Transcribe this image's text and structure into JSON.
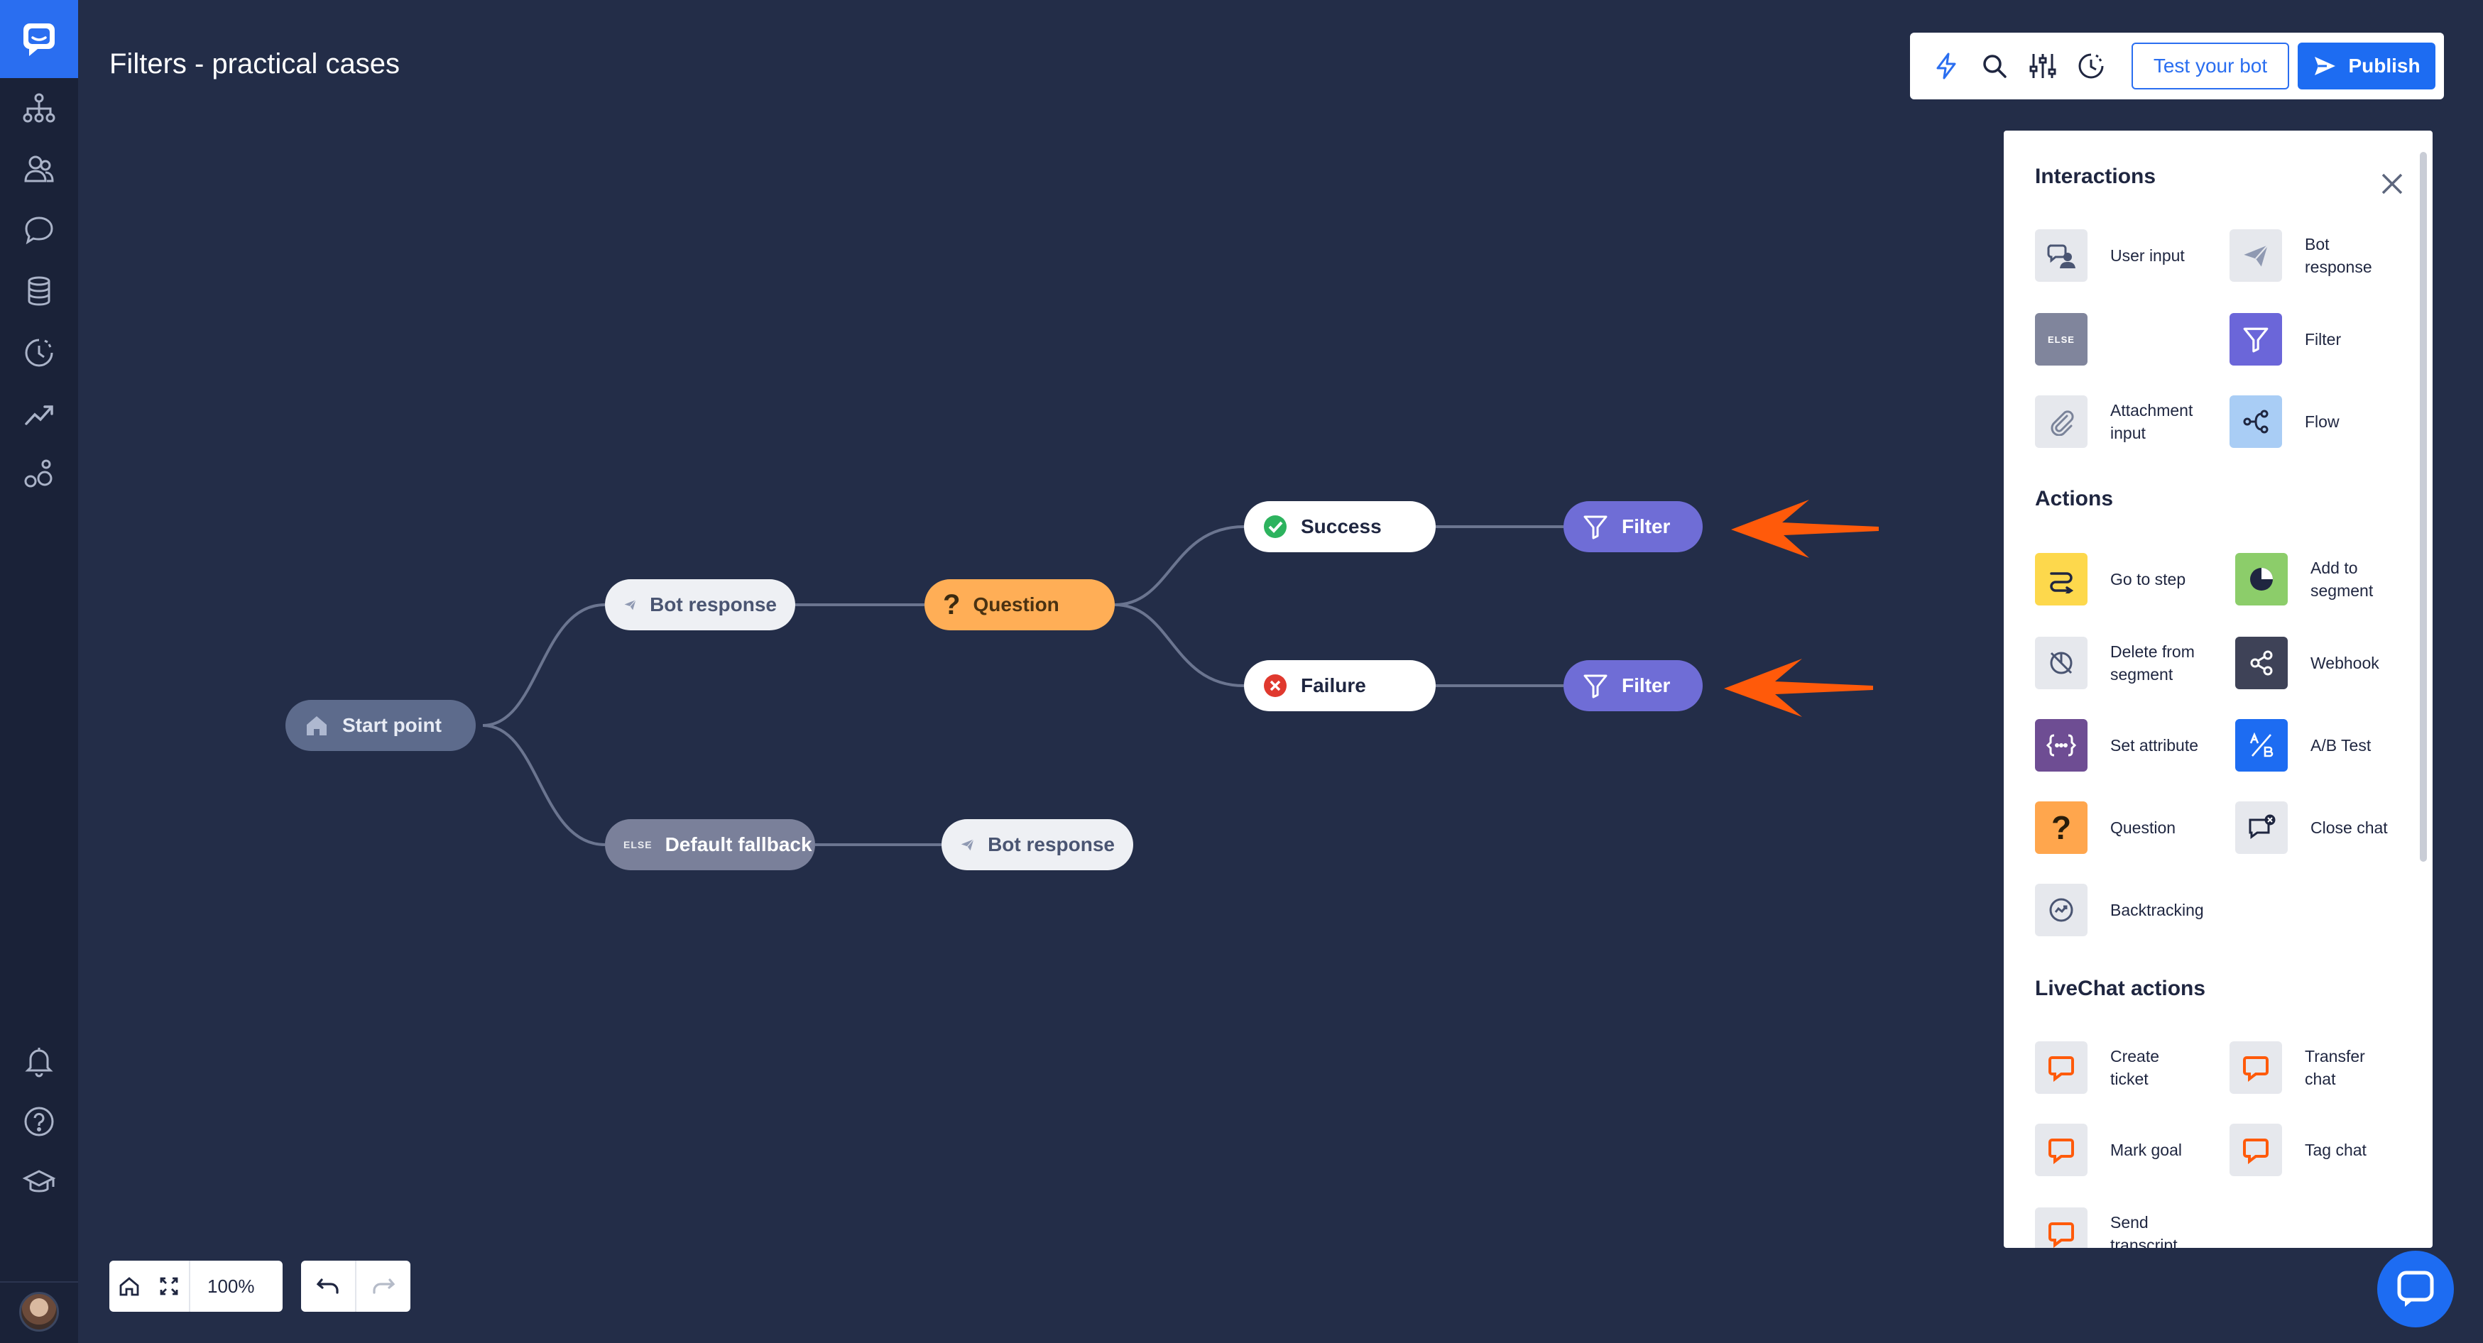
{
  "page": {
    "title": "Filters - practical cases"
  },
  "sidebar": {
    "icons": [
      "chat-logo-icon",
      "structure-icon",
      "users-icon",
      "chat-bubble-icon",
      "database-icon",
      "history-icon",
      "trending-icon",
      "integrations-icon",
      "bell-icon",
      "help-icon",
      "graduation-cap-icon"
    ]
  },
  "toolbar": {
    "icons": [
      "lightning-icon",
      "search-icon",
      "sliders-icon",
      "history-icon"
    ],
    "test_label": "Test your bot",
    "publish_label": "Publish"
  },
  "flow": {
    "start": "Start point",
    "bot_response_top": "Bot response",
    "question": "Question",
    "success": "Success",
    "failure": "Failure",
    "filter_top": "Filter",
    "filter_bottom": "Filter",
    "else_tag": "ELSE",
    "default_fallback": "Default fallback",
    "bot_response_bottom": "Bot response"
  },
  "panel": {
    "interactions_title": "Interactions",
    "actions_title": "Actions",
    "livechat_title": "LiveChat actions",
    "else_tag": "ELSE",
    "interactions": [
      {
        "label": "User input",
        "icon": "user-input-icon"
      },
      {
        "label": "Bot\nresponse",
        "icon": "paper-plane-icon"
      },
      {
        "label": "",
        "icon": "else-icon"
      },
      {
        "label": "Filter",
        "icon": "funnel-icon"
      },
      {
        "label": "Attachment\ninput",
        "icon": "paperclip-icon"
      },
      {
        "label": "Flow",
        "icon": "flow-icon"
      }
    ],
    "actions": [
      {
        "label": "Go to step",
        "icon": "go-to-step-icon"
      },
      {
        "label": "Add to\nsegment",
        "icon": "pie-chart-icon"
      },
      {
        "label": "Delete from\nsegment",
        "icon": "delete-segment-icon"
      },
      {
        "label": "Webhook",
        "icon": "share-icon"
      },
      {
        "label": "Set attribute",
        "icon": "braces-icon"
      },
      {
        "label": "A/B Test",
        "icon": "ab-test-icon"
      },
      {
        "label": "Question",
        "icon": "question-mark-icon"
      },
      {
        "label": "Close chat",
        "icon": "close-chat-icon"
      },
      {
        "label": "Backtracking",
        "icon": "backtracking-icon"
      }
    ],
    "livechat": [
      {
        "label": "Create\nticket",
        "icon": "livechat-icon"
      },
      {
        "label": "Transfer\nchat",
        "icon": "livechat-icon"
      },
      {
        "label": "Mark goal",
        "icon": "livechat-icon"
      },
      {
        "label": "Tag chat",
        "icon": "livechat-icon"
      },
      {
        "label": "Send\ntranscript",
        "icon": "livechat-icon"
      }
    ]
  },
  "controls": {
    "zoom": "100%"
  },
  "colors": {
    "accent": "#1d6cf2",
    "arrow": "#ff5a0a",
    "filter": "#6f6dd6",
    "question": "#ffae56"
  }
}
